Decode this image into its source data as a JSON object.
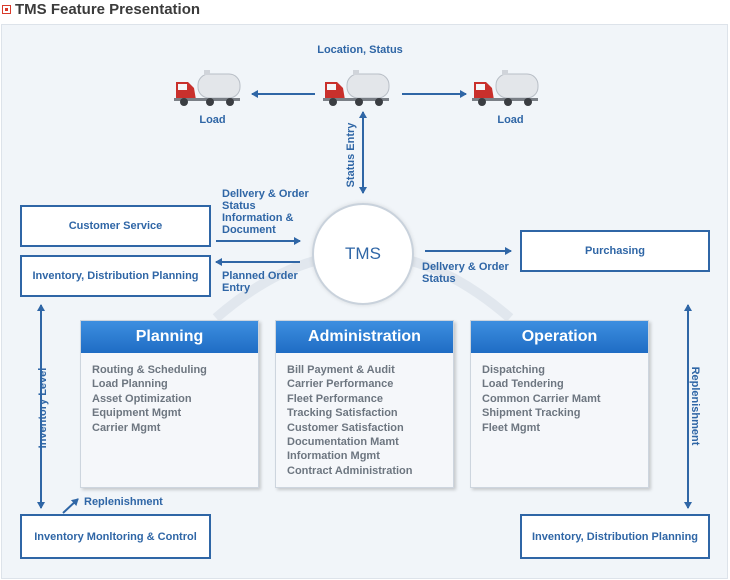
{
  "header": {
    "title": "TMS Feature Presentation"
  },
  "top": {
    "location_status": "Location, Status",
    "load_left": "Load",
    "load_right": "Load",
    "status_entry": "Status Entry"
  },
  "center": {
    "tms": "TMS"
  },
  "labels": {
    "delivery_order_info": [
      "Dellvery & Order",
      "Status",
      "Information &",
      "Document"
    ],
    "planned_order": [
      "Planned Order",
      "Entry"
    ],
    "delivery_order_status": [
      "Dellvery & Order",
      "Status"
    ],
    "inventory_level": "Inventory Level",
    "replenishment_left": "Replenishment",
    "replenishment_right": "Replenishment"
  },
  "boxes": {
    "customer_service": "Customer Service",
    "inv_dist_left": "Inventory, Distribution Planning",
    "purchasing": "Purchasing",
    "inv_monitoring": "Inventory Monltoring & Control",
    "inv_dist_right": "Inventory, Distribution Planning"
  },
  "cards": [
    {
      "title": "Planning",
      "items": [
        "Routing & Scheduling",
        "Load Planning",
        "Asset Optimization",
        "Equipment Mgmt",
        "Carrier Mgmt"
      ]
    },
    {
      "title": "Administration",
      "items": [
        "Bill Payment & Audit",
        "Carrier Performance",
        "Fleet Performance",
        "Tracking Satisfaction",
        "Customer Satisfaction",
        "Documentation Mamt",
        "Information Mgmt",
        "Contract Administration"
      ]
    },
    {
      "title": "Operation",
      "items": [
        "Dispatching",
        "Load Tendering",
        "Common Carrier Mamt",
        "Shipment Tracking",
        "Fleet Mgmt"
      ]
    }
  ],
  "colors": {
    "accent": "#2f66a6",
    "card_header": "#2a7ad4",
    "truck_cab": "#c9302c",
    "truck_tank": "#e3e6ea"
  }
}
